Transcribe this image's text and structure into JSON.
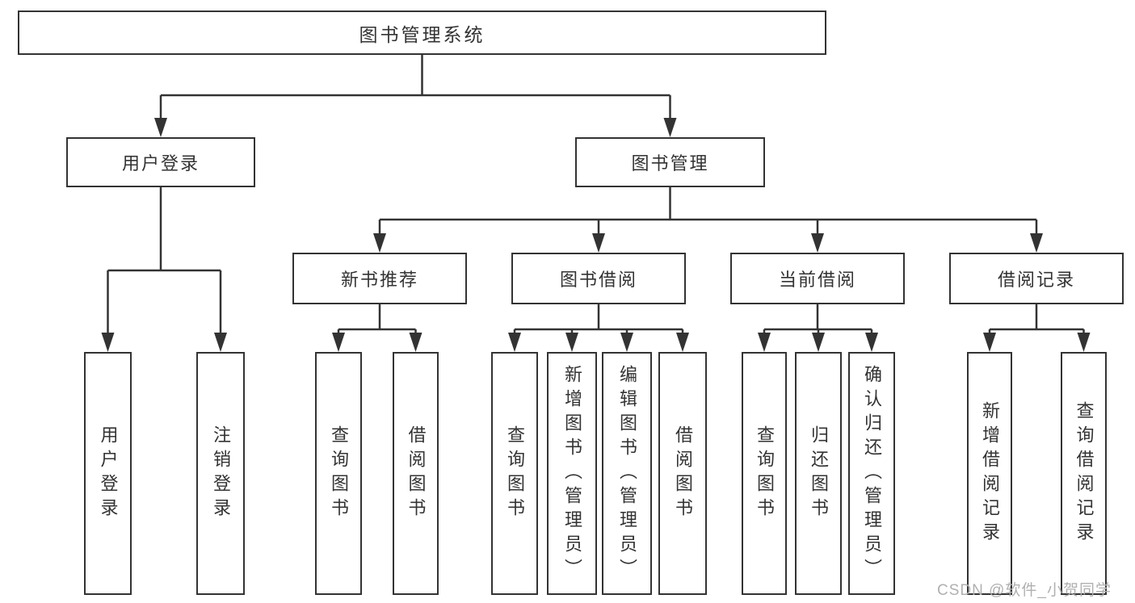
{
  "nodes": {
    "root": {
      "label": "图书管理系统"
    },
    "user_login": {
      "label": "用户登录"
    },
    "book_mgmt": {
      "label": "图书管理"
    },
    "new_books": {
      "label": "新书推荐"
    },
    "book_borrow": {
      "label": "图书借阅"
    },
    "current_borrow": {
      "label": "当前借阅"
    },
    "borrow_records": {
      "label": "借阅记录"
    },
    "leaves": {
      "user_login": [
        "用户登录",
        "注销登录"
      ],
      "new_books": [
        "查询图书",
        "借阅图书"
      ],
      "book_borrow": [
        "查询图书",
        "新增图书（管理员）",
        "编辑图书（管理员）",
        "借阅图书"
      ],
      "current_borrow": [
        "查询图书",
        "归还图书",
        "确认归还（管理员）"
      ],
      "borrow_records": [
        "新增借阅记录",
        "查询借阅记录"
      ]
    }
  },
  "watermark": {
    "text": "CSDN @软件_小贺同学"
  },
  "colors": {
    "line": "#333333",
    "text": "#333333",
    "box_background": "#ffffff",
    "watermark": "#b0b0b0",
    "background": "#ffffff"
  }
}
